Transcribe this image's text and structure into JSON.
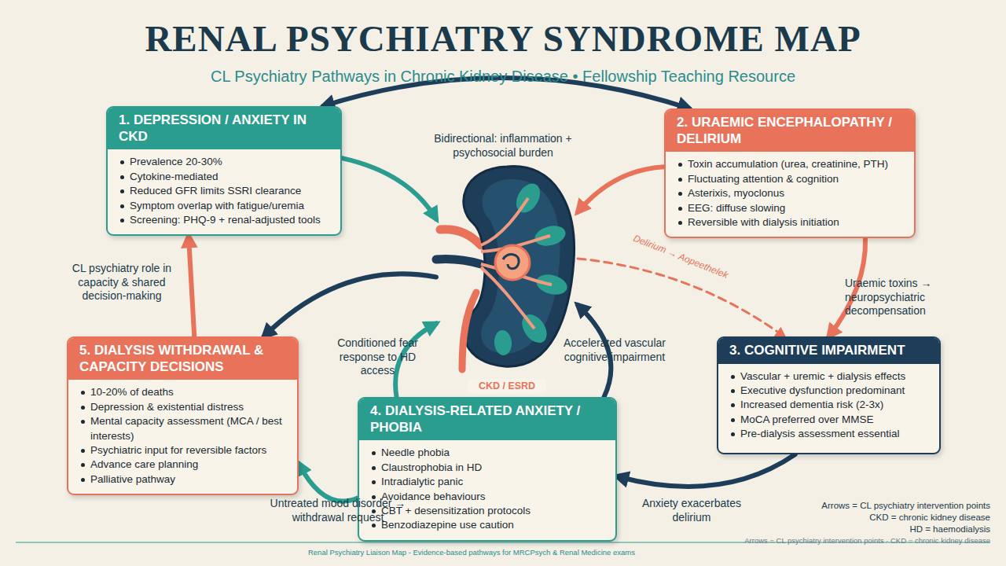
{
  "diagram": {
    "title": "RENAL PSYCHIATRY SYNDROME MAP",
    "caption": "Renal Psychiatry Liaison Map - Evidence-based pathways for MRCPsych & Renal Medicine exams",
    "nodes": [
      {
        "text": [
          "1. DEPRESSION / ANXIETY IN CKD",
          "Prevalence 20-30%",
          "Cytokine-mediated",
          "Reduced GFR limits SSRI clearance",
          "Symptom overlap with fatigue/uremia",
          "Screening: PHQ-9 + renal-adjusted tools"
        ]
      },
      {
        "text": [
          "2. URAEMIC ENCEPHALOPATHY / DELIRIUM",
          "Toxin accumulation (urea, creatinine, PTH)",
          "Fluctuating attention & cognition",
          "Asterixis, myoclonus",
          "EEG: diffuse slowing",
          "Reversible with dialysis initiation"
        ]
      },
      {
        "text": [
          "CKD / ESRD"
        ]
      },
      {
        "text": [
          "3. COGNITIVE IMPAIRMENT",
          "Vascular + uremic + dialysis effects",
          "Executive dysfunction predominant",
          "Increased dementia risk (2-3x)",
          "MoCA preferred over MMSE",
          "Pre-dialysis assessment essential"
        ]
      },
      {
        "text": [
          "4. DIALYSIS-RELATED ANXIETY / PHOBIA",
          "Needle phobia",
          "Claustrophobia in HD",
          "Intradialytic panic",
          "Avoidance behaviours",
          "CBT + desensitization protocols",
          "Benzodiazepine use caution"
        ]
      },
      {
        "text": [
          "5. DIALYSIS WITHDRAWAL & CAPACITY DECISIONS",
          "10-20% of deaths",
          "Depression & existential distress",
          "Mental capacity assessment (MCA / best interests)",
          "Psychiatric input for reversible factors",
          "Advance care planning",
          "Palliative pathway"
        ]
      }
    ],
    "edges": [
      {
        "from": 0,
        "to": 1,
        "label": "Bidirectional: inflammation + psychosocial burden",
        "arrow": "both"
      },
      {
        "from": 0,
        "to": 2,
        "arrow": "to"
      },
      {
        "from": 1,
        "to": 2,
        "arrow": "to"
      },
      {
        "from": 1,
        "to": 3,
        "label": "Uraemic toxins → neuropsychiatric decompensation",
        "arrow": "to"
      },
      {
        "from": 2,
        "to": 3,
        "label": "Delirium → Aopeethelek",
        "arrow": "to"
      },
      {
        "from": 3,
        "to": 4,
        "label": "Anxiety exacerbates delirium",
        "arrow": "to"
      },
      {
        "from": 4,
        "to": 2,
        "label": "Accelerated vascular cognitive impairment",
        "arrow": "to"
      },
      {
        "from": 4,
        "to": 2,
        "label": "Conditioned fear response to HD access",
        "arrow": "to"
      },
      {
        "from": 2,
        "to": 5,
        "arrow": "to"
      },
      {
        "from": 4,
        "to": 5,
        "label": "Untreated mood disorder → withdrawal request",
        "arrow": "to"
      },
      {
        "from": 5,
        "to": 0,
        "label": "CL psychiatry role in capacity & shared decision-making",
        "arrow": "to"
      }
    ],
    "labels": [
      "CL Psychiatry Pathways in Chronic Kidney Disease • Fellowship Teaching Resource",
      "Arrows = CL psychiatry intervention points",
      "CKD = chronic kidney disease",
      "HD = haemodialysis",
      "Arrows = CL psychiatry intervention points · CKD = chronic kidney disease"
    ]
  }
}
